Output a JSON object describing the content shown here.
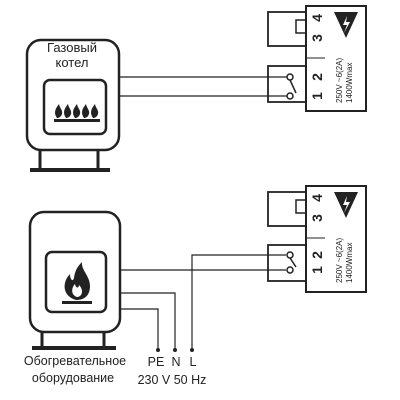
{
  "boiler": {
    "label_line1": "Газовый",
    "label_line2": "котел"
  },
  "heater": {
    "label_line1": "Обогревательное",
    "label_line2": "оборудование"
  },
  "thermostat_top": {
    "pins": [
      "1",
      "2",
      "3",
      "4"
    ],
    "rating_line1": "250V ~6(2A)",
    "rating_line2": "1400Wmax"
  },
  "thermostat_bottom": {
    "pins": [
      "1",
      "2",
      "3",
      "4"
    ],
    "rating_line1": "250V ~6(2A)",
    "rating_line2": "1400Wmax"
  },
  "power_supply": {
    "terminals": [
      "PE",
      "N",
      "L"
    ],
    "spec": "230 V 50 Hz"
  },
  "colors": {
    "line": "#222222",
    "flame": "#222222"
  }
}
